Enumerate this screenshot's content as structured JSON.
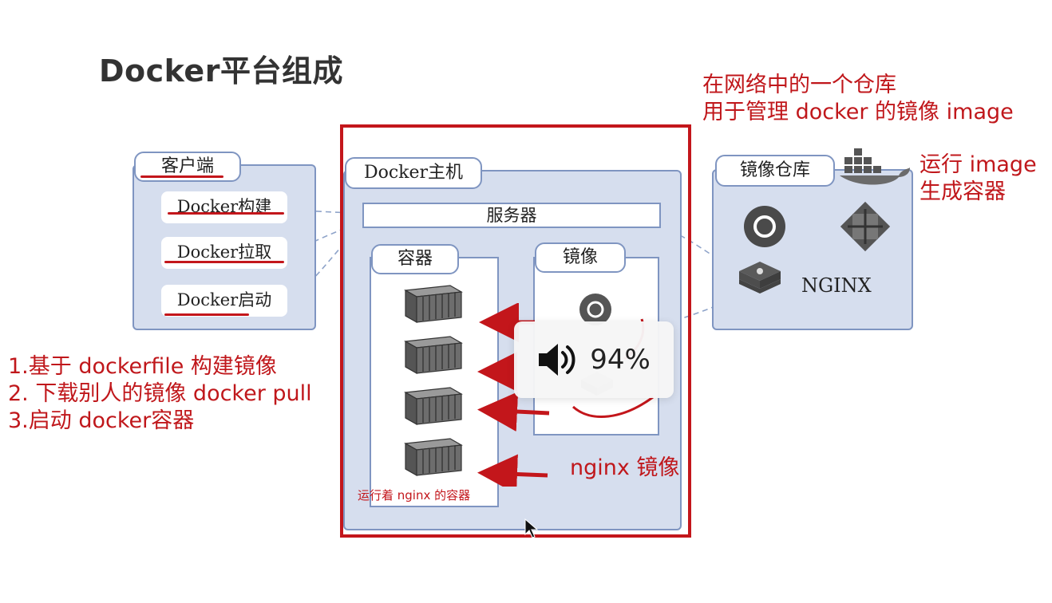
{
  "title": "Docker平台组成",
  "registry_note": [
    "在网络中的一个仓库",
    "用于管理 docker 的镜像 image"
  ],
  "run_note": [
    "运行 image",
    "生成容器"
  ],
  "steps": [
    "1.基于 dockerfile 构建镜像",
    "2. 下载别人的镜像 docker pull",
    "3.启动 docker容器"
  ],
  "client": {
    "title": "客户端",
    "items": [
      "Docker构建",
      "Docker拉取",
      "Docker启动"
    ]
  },
  "host": {
    "title": "Docker主机",
    "server": "服务器",
    "containers_title": "容器",
    "images_title": "镜像",
    "container_caption": "运行着 nginx 的容器",
    "nginx_image_label": "nginx 镜像"
  },
  "registry": {
    "title": "镜像仓库",
    "nginx_label": "NGINX"
  },
  "volume": {
    "icon": "speaker-icon",
    "value": "94%"
  },
  "colors": {
    "accent_red": "#c3161b",
    "panel_blue": "#d6deee",
    "border_blue": "#7f95c1"
  }
}
